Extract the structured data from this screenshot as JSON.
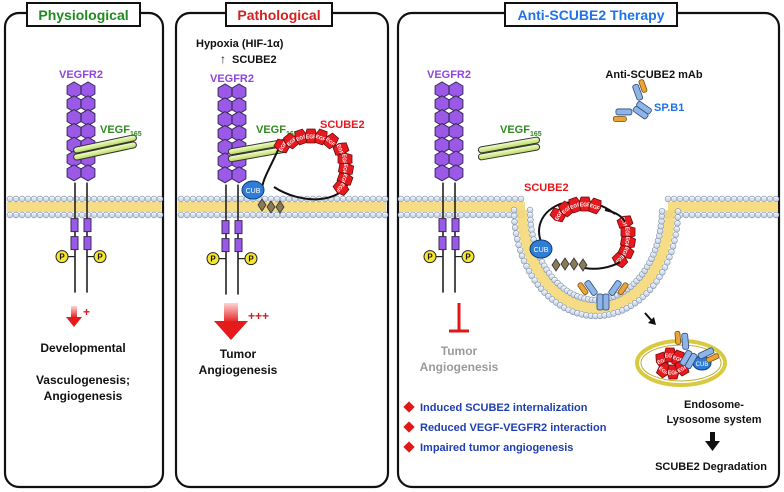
{
  "panels": {
    "physiological": {
      "title": "Physiological",
      "receptor": "VEGFR2",
      "ligand_main": "VEGF",
      "ligand_sub": "165",
      "phospho": "P",
      "signal_mark": "+",
      "outcome_1": "Developmental",
      "outcome_2": "Vasculogenesis;",
      "outcome_3": "Angiogenesis"
    },
    "pathological": {
      "title": "Pathological",
      "hypoxia": "Hypoxia (HIF-1α)",
      "up_arrow": "↑",
      "upregulated": "SCUBE2",
      "receptor": "VEGFR2",
      "ligand_main": "VEGF",
      "ligand_sub": "165",
      "scube2": "SCUBE2",
      "egf": "EGF",
      "cub": "CUB",
      "phospho": "P",
      "signal_mark": "+++",
      "outcome_1": "Tumor",
      "outcome_2": "Angiogenesis"
    },
    "therapy": {
      "title": "Anti-SCUBE2 Therapy",
      "receptor": "VEGFR2",
      "ligand_main": "VEGF",
      "ligand_sub": "165",
      "antibody_label": "Anti-SCUBE2 mAb",
      "antibody_name": "SP.B1",
      "scube2": "SCUBE2",
      "egf": "EGF",
      "cub": "CUB",
      "phospho": "P",
      "outcome_1": "Tumor",
      "outcome_2": "Angiogenesis",
      "bullets": [
        "Induced SCUBE2 internalization",
        "Reduced VEGF-VEGFR2 interaction",
        "Impaired tumor angiogenesis"
      ],
      "endosome_1": "Endosome-",
      "endosome_2": "Lysosome system",
      "degradation": "SCUBE2 Degradation"
    }
  },
  "colors": {
    "physiological_title": "#1f8a1f",
    "pathological_title": "#d42020",
    "therapy_title": "#1e73e8",
    "receptor": "#9b59e8",
    "receptor_label": "#8e44e0",
    "ligand": "#d8ef9a",
    "ligand_label": "#2e8b1e",
    "scube2": "#e8191e",
    "cub": "#2f7dd6",
    "antibody_heavy": "#8fb4e6",
    "antibody_light": "#e9a537",
    "phospho": "#f7e62f",
    "membrane_head": "#dfe8f4",
    "membrane_tail": "#f4d878",
    "bullet_text": "#1f3fb0",
    "bullet_marker": "#e01818",
    "inhibited": "#9a9a9a"
  }
}
